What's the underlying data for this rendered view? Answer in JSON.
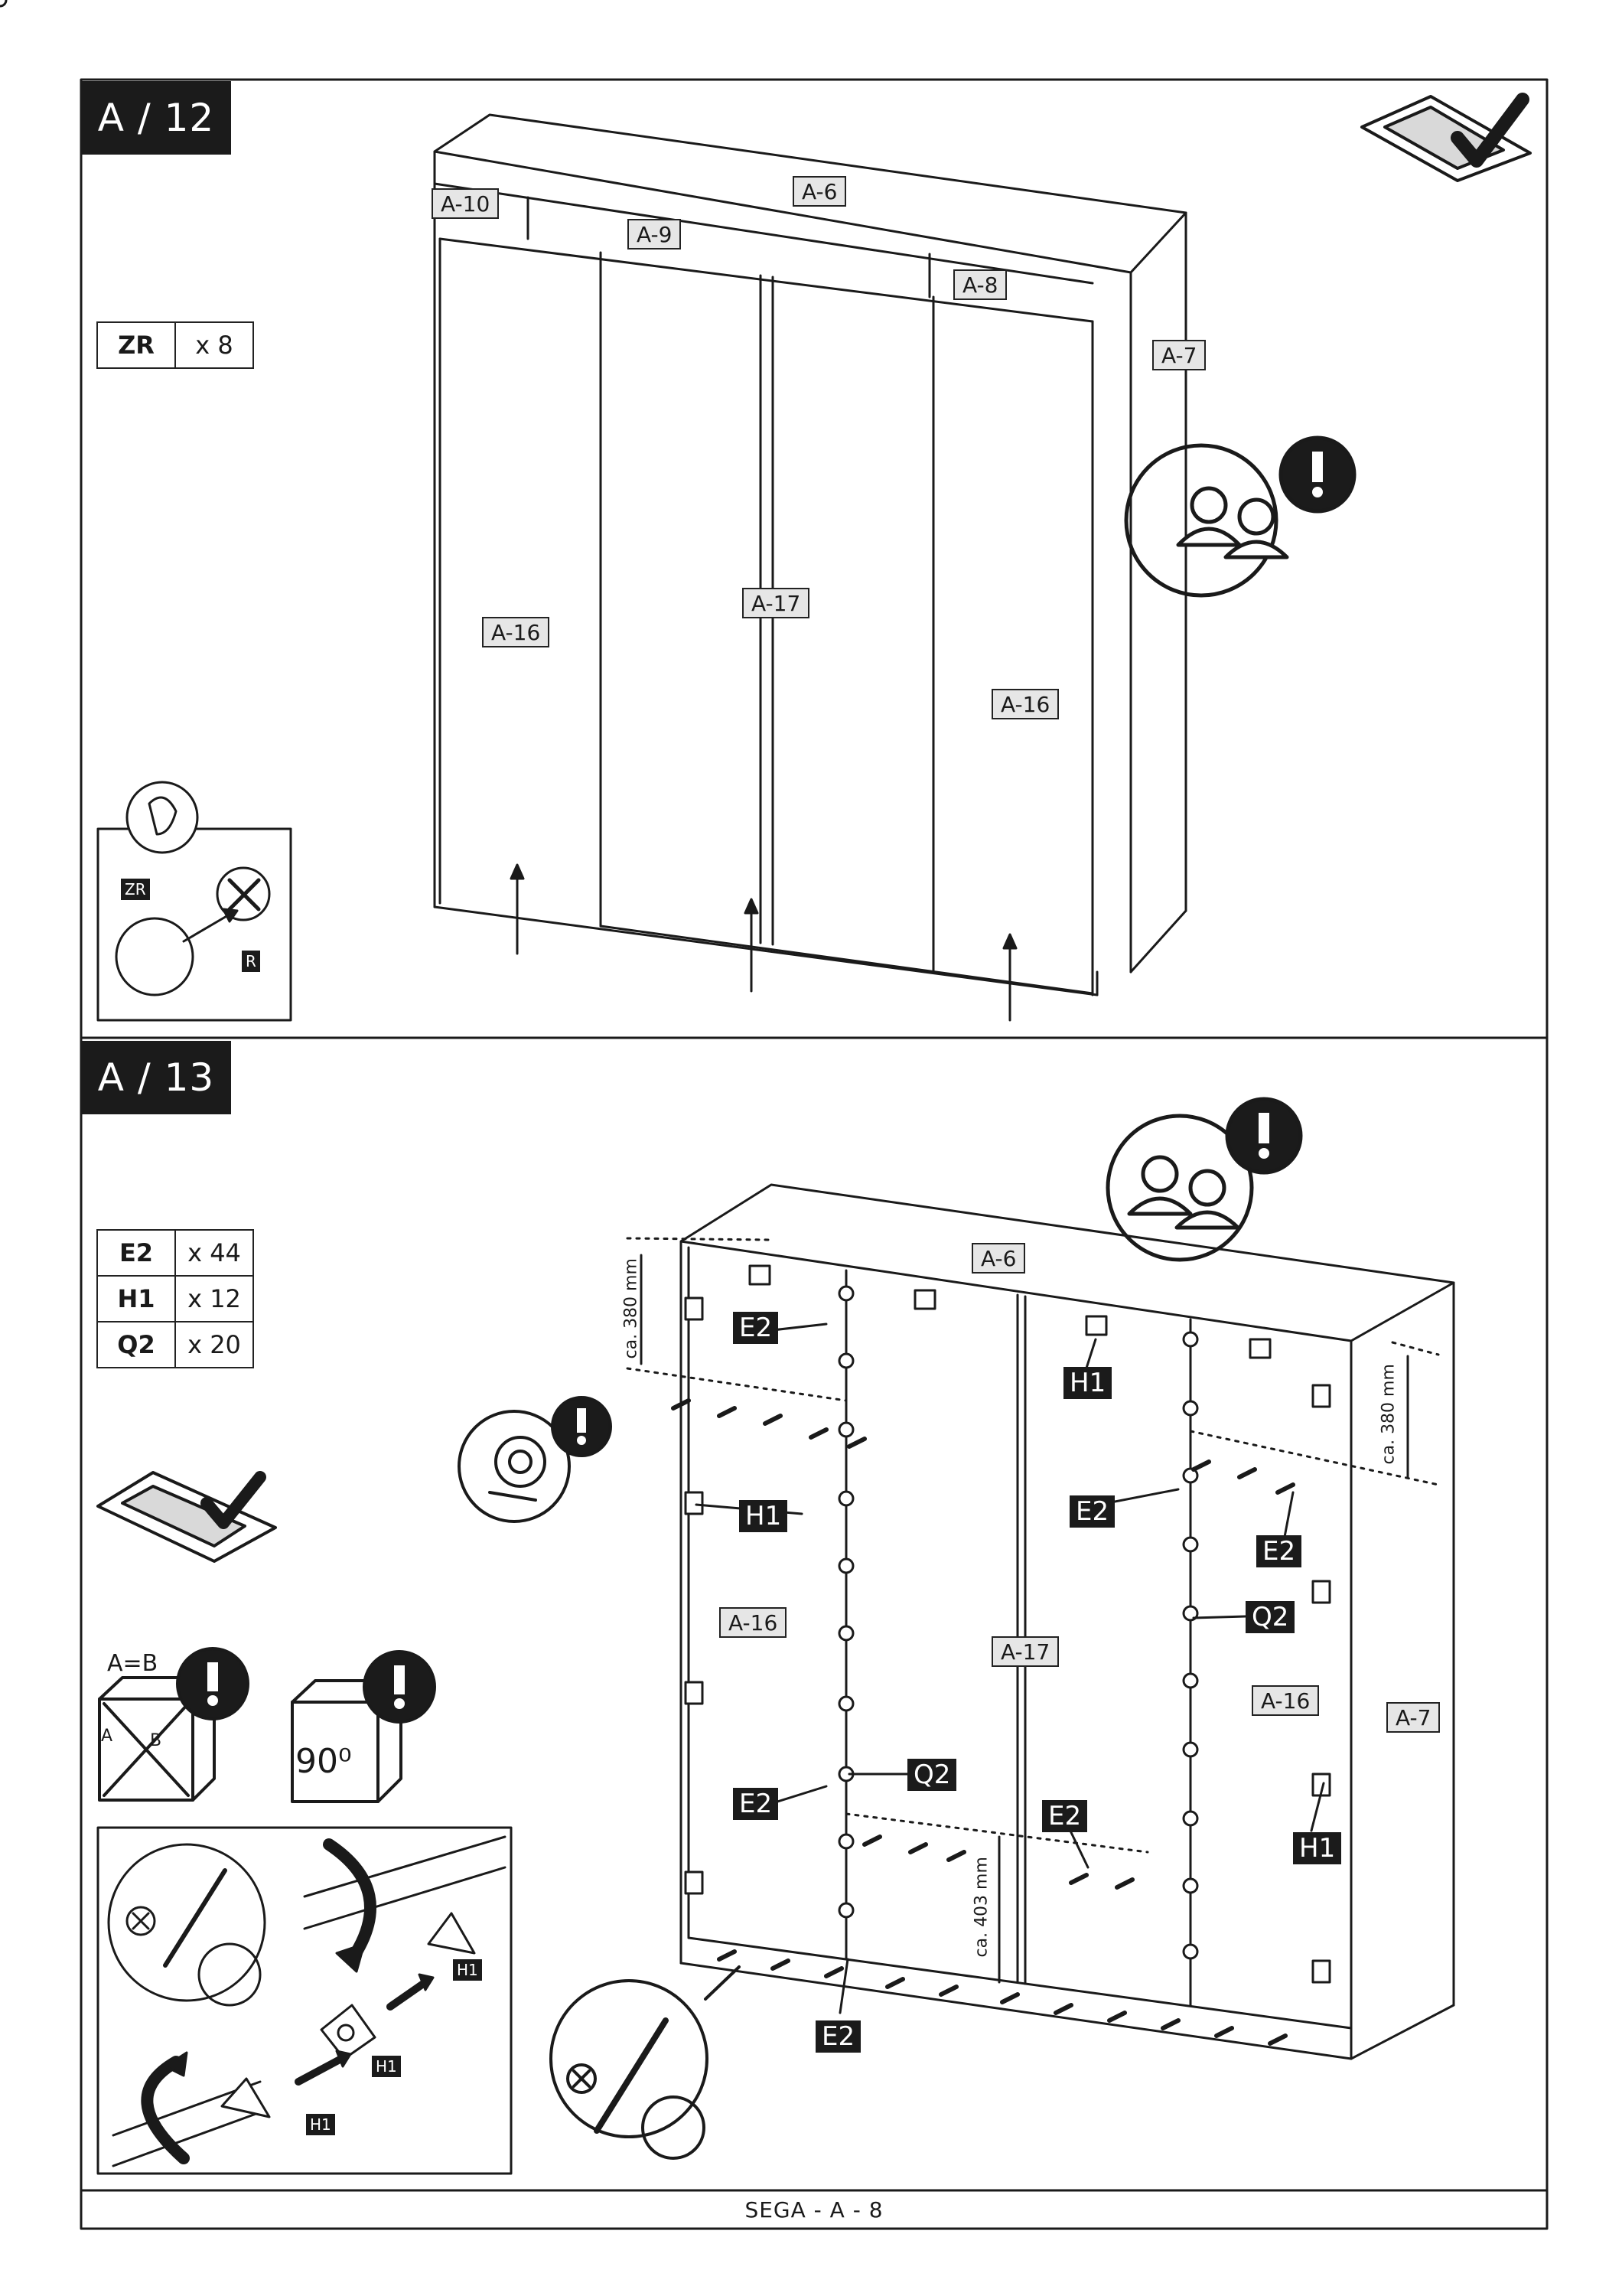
{
  "page": {
    "footer": "SEGA - A - 8"
  },
  "steps": [
    {
      "id": "A / 12",
      "hardware": [
        {
          "code": "ZR",
          "qty": "x 8"
        }
      ],
      "labels": {
        "top": "A-6",
        "l10": "A-10",
        "l9": "A-9",
        "l8": "A-8",
        "side": "A-7",
        "doorL": "A-16",
        "mid": "A-17",
        "doorR": "A-16"
      },
      "inset_labels": {
        "zr": "ZR",
        "r": "R"
      }
    },
    {
      "id": "A / 13",
      "hardware": [
        {
          "code": "E2",
          "qty": "x 44"
        },
        {
          "code": "H1",
          "qty": "x 12"
        },
        {
          "code": "Q2",
          "qty": "x 20"
        }
      ],
      "labels": {
        "top": "A-6",
        "doorL": "A-16",
        "mid": "A-17",
        "doorR": "A-16",
        "side": "A-7"
      },
      "callouts": {
        "e2": "E2",
        "h1": "H1",
        "q2": "Q2"
      },
      "dims": {
        "top_left": "ca. 380 mm",
        "top_right": "ca. 380 mm",
        "bottom": "ca. 403 mm"
      },
      "check": {
        "ab": "A=B",
        "a": "A",
        "b": "B",
        "angle": "90⁰"
      }
    }
  ],
  "icons": [
    "two-person-warning-icon",
    "carpet-check-icon",
    "tape-measure-warning-icon",
    "screwdriver-icon",
    "handle-icon"
  ]
}
